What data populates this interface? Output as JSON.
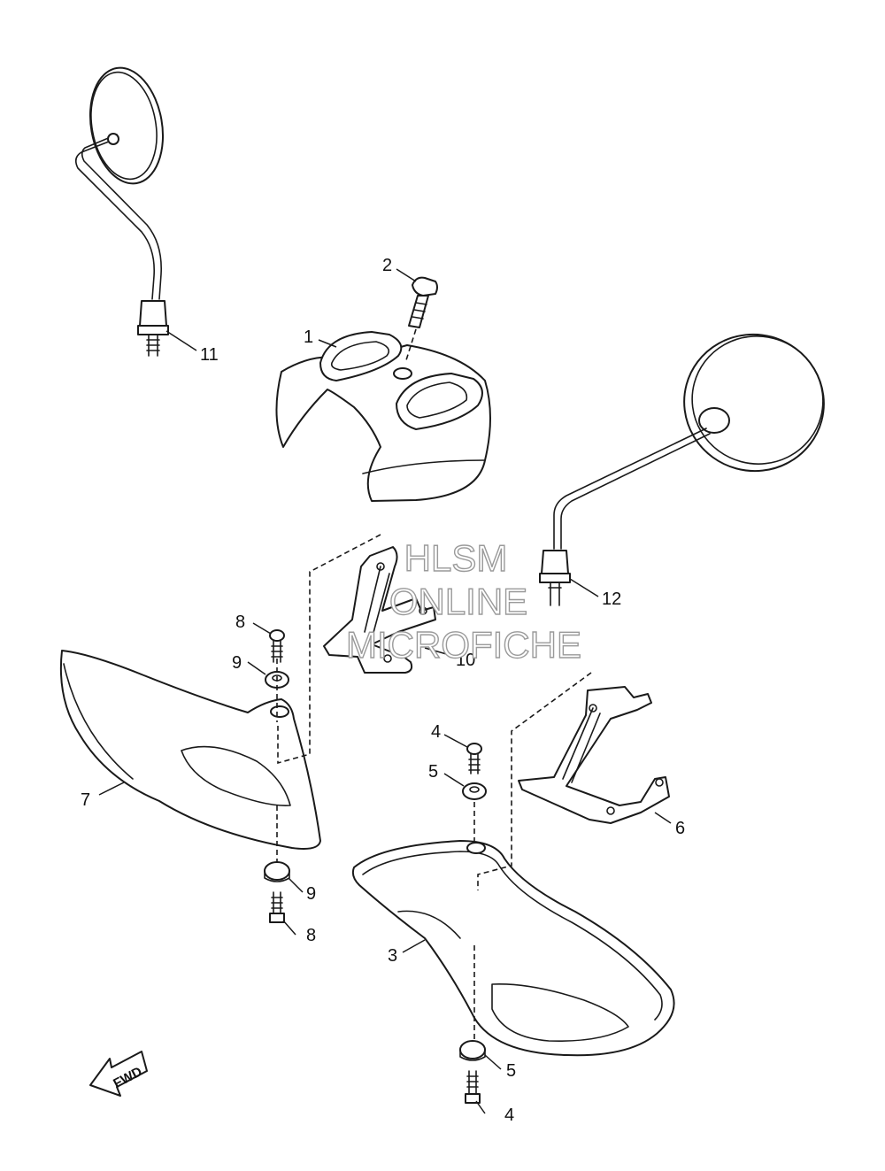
{
  "watermark": {
    "line1": "HLSM",
    "line2": "ONLINE",
    "line3": "MICROFICHE"
  },
  "fwd_label": "FWD",
  "callouts": [
    {
      "id": "c1",
      "label": "1"
    },
    {
      "id": "c2",
      "label": "2"
    },
    {
      "id": "c3",
      "label": "3"
    },
    {
      "id": "c4a",
      "label": "4"
    },
    {
      "id": "c4b",
      "label": "4"
    },
    {
      "id": "c5a",
      "label": "5"
    },
    {
      "id": "c5b",
      "label": "5"
    },
    {
      "id": "c6",
      "label": "6"
    },
    {
      "id": "c7",
      "label": "7"
    },
    {
      "id": "c8a",
      "label": "8"
    },
    {
      "id": "c8b",
      "label": "8"
    },
    {
      "id": "c9a",
      "label": "9"
    },
    {
      "id": "c9b",
      "label": "9"
    },
    {
      "id": "c10",
      "label": "10"
    },
    {
      "id": "c11",
      "label": "11"
    },
    {
      "id": "c12",
      "label": "12"
    }
  ]
}
